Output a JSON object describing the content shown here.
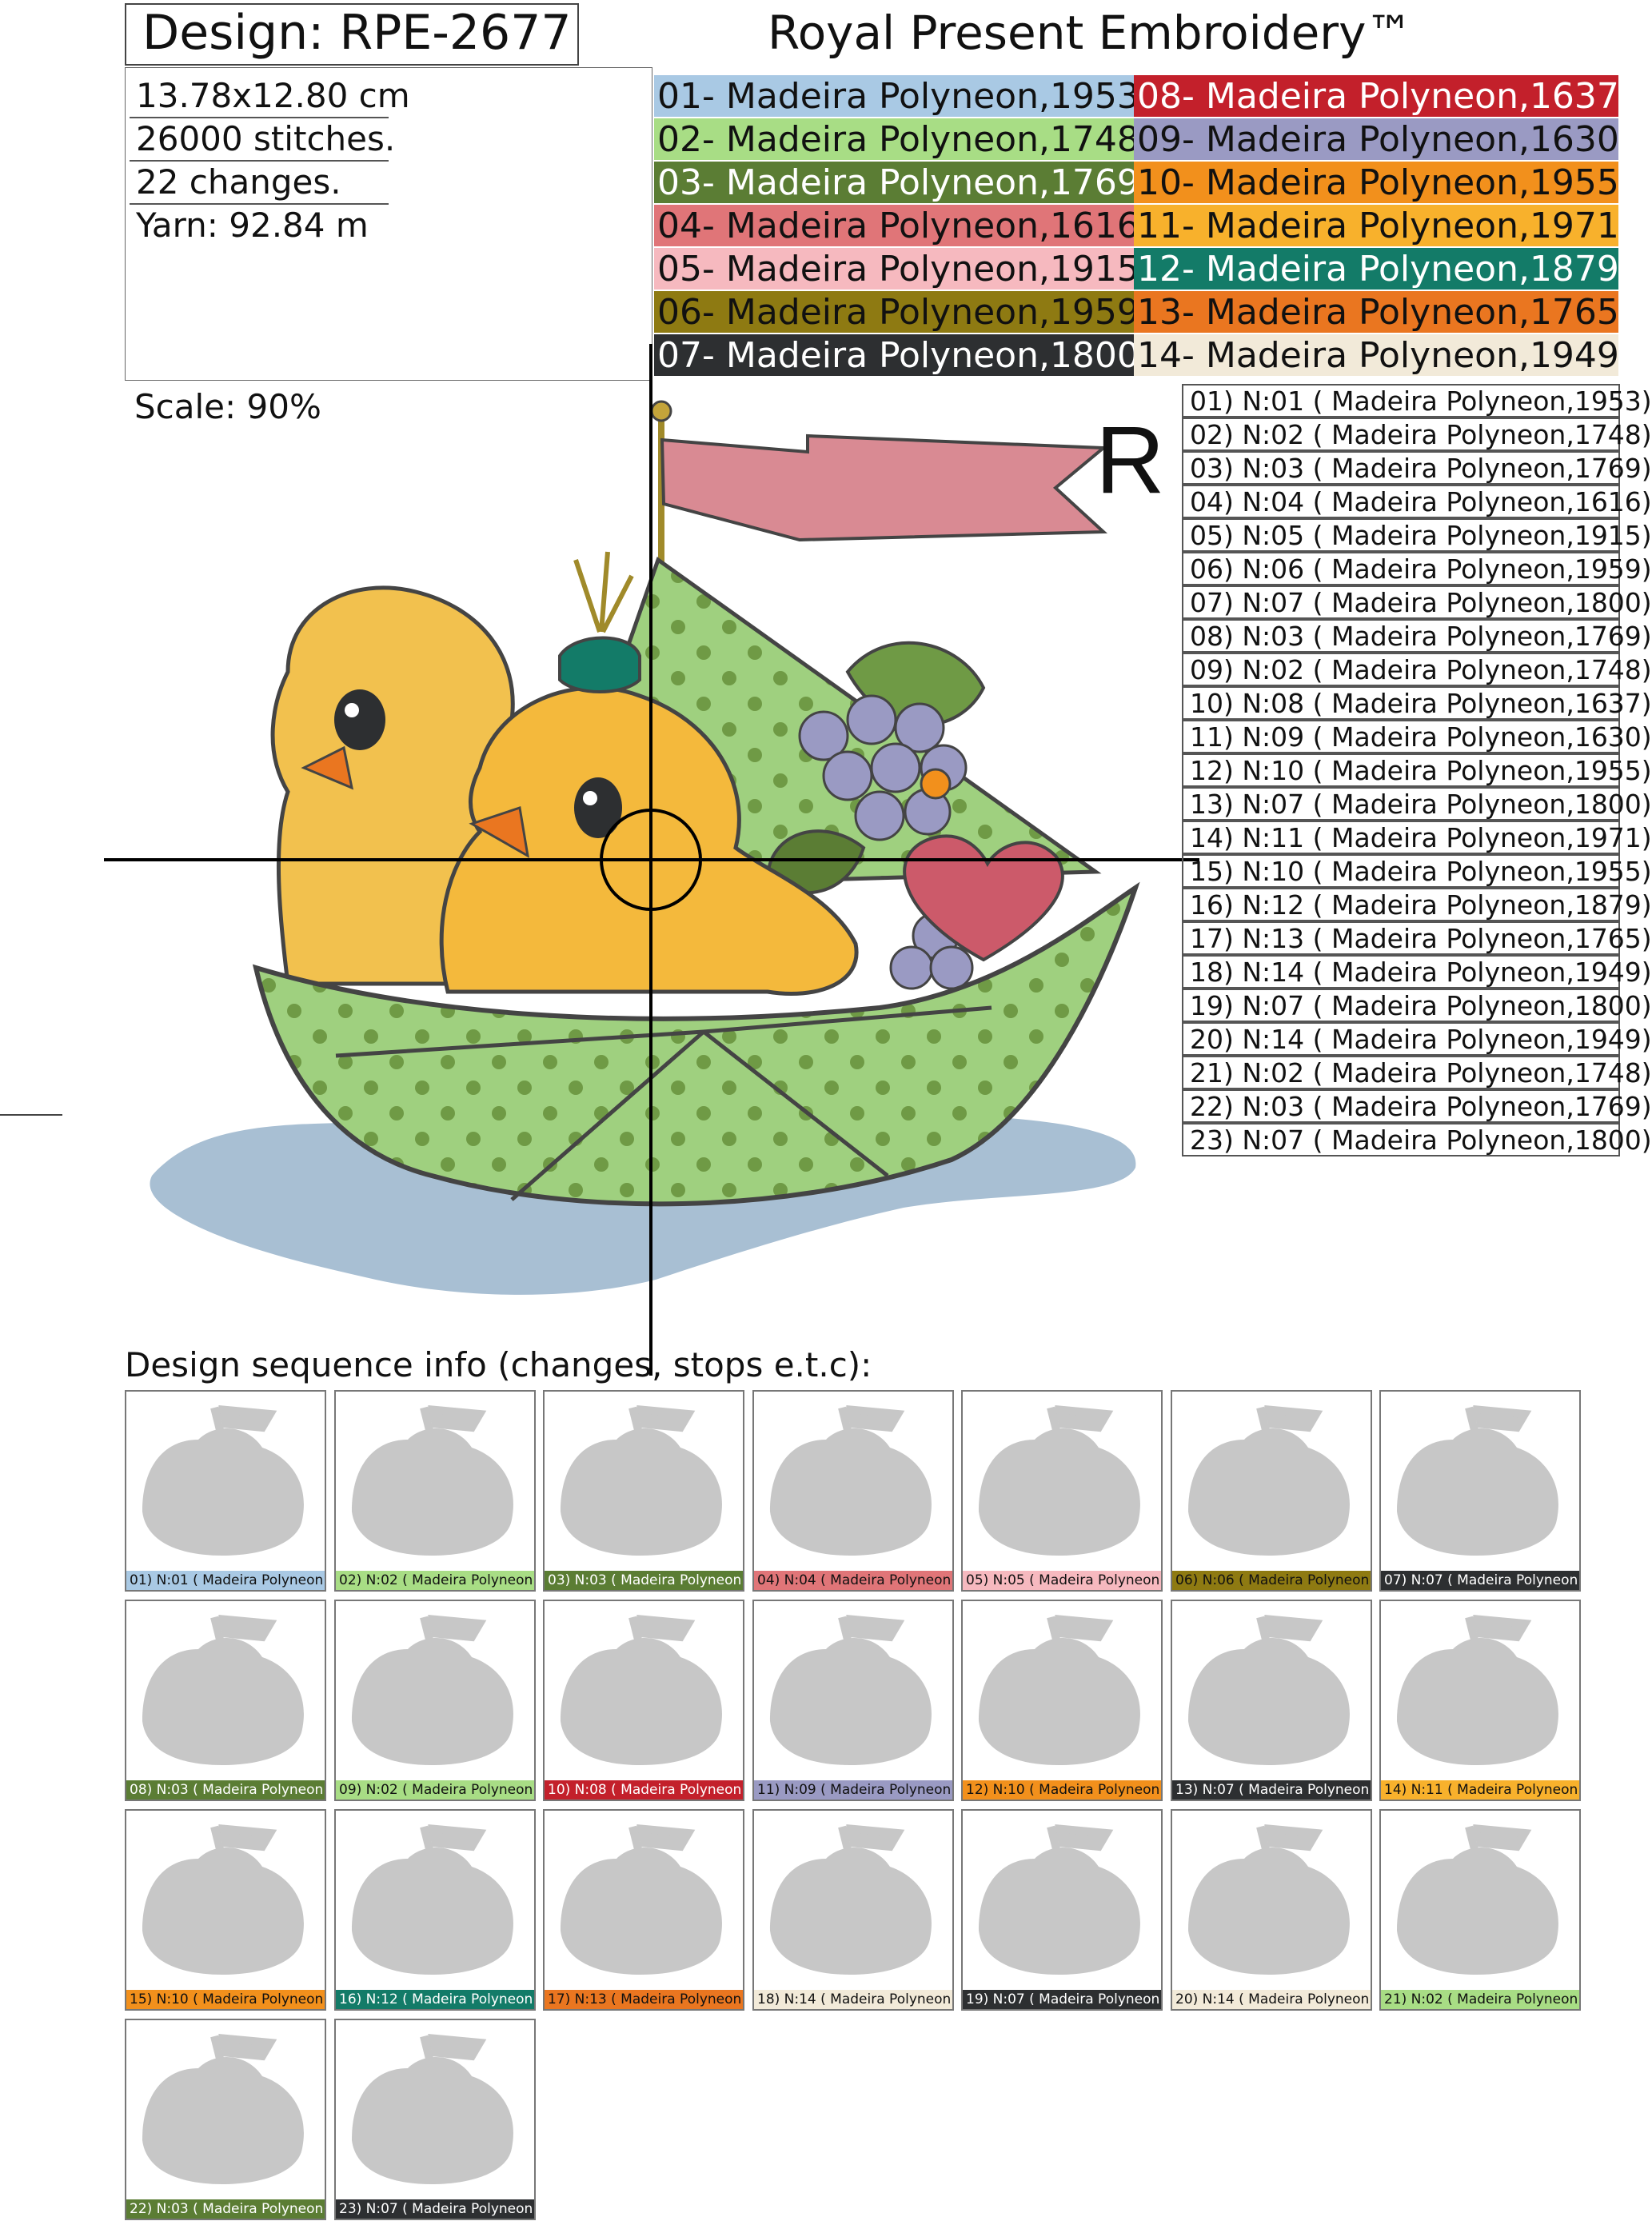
{
  "header": {
    "design_label": "Design: RPE-2677",
    "brand": "Royal Present Embroidery™"
  },
  "info": {
    "size": "13.78x12.80 cm",
    "stitches": "26000 stitches.",
    "changes": "22 changes.",
    "yarn": "Yarn: 92.84 m"
  },
  "scale": "Scale: 90%",
  "palette": [
    {
      "label": "01- Madeira Polyneon,1953",
      "color": "#a9c9e4",
      "text": "#111111"
    },
    {
      "label": "02- Madeira Polyneon,1748",
      "color": "#a8dd85",
      "text": "#111111"
    },
    {
      "label": "03- Madeira Polyneon,1769",
      "color": "#5b7d34",
      "text": "#ffffff"
    },
    {
      "label": "04- Madeira Polyneon,1616",
      "color": "#e07578",
      "text": "#111111"
    },
    {
      "label": "05- Madeira Polyneon,1915",
      "color": "#f6b9bf",
      "text": "#111111"
    },
    {
      "label": "06- Madeira Polyneon,1959",
      "color": "#8e7a12",
      "text": "#111111"
    },
    {
      "label": "07- Madeira Polyneon,1800",
      "color": "#2d2f31",
      "text": "#ffffff"
    },
    {
      "label": "08- Madeira Polyneon,1637",
      "color": "#c3202b",
      "text": "#ffffff"
    },
    {
      "label": "09- Madeira Polyneon,1630",
      "color": "#9a9ac3",
      "text": "#111111"
    },
    {
      "label": "10- Madeira Polyneon,1955",
      "color": "#f2901c",
      "text": "#111111"
    },
    {
      "label": "11- Madeira Polyneon,1971",
      "color": "#f8b12c",
      "text": "#111111"
    },
    {
      "label": "12- Madeira Polyneon,1879",
      "color": "#137b68",
      "text": "#ffffff"
    },
    {
      "label": "13- Madeira Polyneon,1765",
      "color": "#ea7620",
      "text": "#111111"
    },
    {
      "label": "14- Madeira Polyneon,1949",
      "color": "#f2ead9",
      "text": "#111111"
    }
  ],
  "sequence": [
    "01) N:01 ( Madeira Polyneon,1953)",
    "02) N:02 ( Madeira Polyneon,1748)",
    "03) N:03 ( Madeira Polyneon,1769)",
    "04) N:04 ( Madeira Polyneon,1616)",
    "05) N:05 ( Madeira Polyneon,1915)",
    "06) N:06 ( Madeira Polyneon,1959)",
    "07) N:07 ( Madeira Polyneon,1800)",
    "08) N:03 ( Madeira Polyneon,1769)",
    "09) N:02 ( Madeira Polyneon,1748)",
    "10) N:08 ( Madeira Polyneon,1637)",
    "11) N:09 ( Madeira Polyneon,1630)",
    "12) N:10 ( Madeira Polyneon,1955)",
    "13) N:07 ( Madeira Polyneon,1800)",
    "14) N:11 ( Madeira Polyneon,1971)",
    "15) N:10 ( Madeira Polyneon,1955)",
    "16) N:12 ( Madeira Polyneon,1879)",
    "17) N:13 ( Madeira Polyneon,1765)",
    "18) N:14 ( Madeira Polyneon,1949)",
    "19) N:07 ( Madeira Polyneon,1800)",
    "20) N:14 ( Madeira Polyneon,1949)",
    "21) N:02 ( Madeira Polyneon,1748)",
    "22) N:03 ( Madeira Polyneon,1769)",
    "23) N:07 ( Madeira Polyneon,1800)"
  ],
  "design_marker": "R",
  "sequence_heading": "Design sequence info (changes, stops e.t.c):",
  "thumbs": [
    {
      "label": "01) N:01 ( Madeira Polyneon",
      "color": "#a9c9e4",
      "text": "#111111"
    },
    {
      "label": "02) N:02 ( Madeira Polyneon",
      "color": "#a8dd85",
      "text": "#111111"
    },
    {
      "label": "03) N:03 ( Madeira Polyneon",
      "color": "#5b7d34",
      "text": "#ffffff"
    },
    {
      "label": "04) N:04 ( Madeira Polyneon",
      "color": "#e07578",
      "text": "#111111"
    },
    {
      "label": "05) N:05 ( Madeira Polyneon",
      "color": "#f6b9bf",
      "text": "#111111"
    },
    {
      "label": "06) N:06 ( Madeira Polyneon",
      "color": "#8e7a12",
      "text": "#111111"
    },
    {
      "label": "07) N:07 ( Madeira Polyneon",
      "color": "#2d2f31",
      "text": "#ffffff"
    },
    {
      "label": "08) N:03 ( Madeira Polyneon",
      "color": "#5b7d34",
      "text": "#ffffff"
    },
    {
      "label": "09) N:02 ( Madeira Polyneon",
      "color": "#a8dd85",
      "text": "#111111"
    },
    {
      "label": "10) N:08 ( Madeira Polyneon",
      "color": "#c3202b",
      "text": "#ffffff"
    },
    {
      "label": "11) N:09 ( Madeira Polyneon",
      "color": "#9a9ac3",
      "text": "#111111"
    },
    {
      "label": "12) N:10 ( Madeira Polyneon",
      "color": "#f2901c",
      "text": "#111111"
    },
    {
      "label": "13) N:07 ( Madeira Polyneon",
      "color": "#2d2f31",
      "text": "#ffffff"
    },
    {
      "label": "14) N:11 ( Madeira Polyneon",
      "color": "#f8b12c",
      "text": "#111111"
    },
    {
      "label": "15) N:10 ( Madeira Polyneon",
      "color": "#f2901c",
      "text": "#111111"
    },
    {
      "label": "16) N:12 ( Madeira Polyneon",
      "color": "#137b68",
      "text": "#ffffff"
    },
    {
      "label": "17) N:13 ( Madeira Polyneon",
      "color": "#ea7620",
      "text": "#111111"
    },
    {
      "label": "18) N:14 ( Madeira Polyneon",
      "color": "#f2ead9",
      "text": "#111111"
    },
    {
      "label": "19) N:07 ( Madeira Polyneon",
      "color": "#2d2f31",
      "text": "#ffffff"
    },
    {
      "label": "20) N:14 ( Madeira Polyneon",
      "color": "#f2ead9",
      "text": "#111111"
    },
    {
      "label": "21) N:02 ( Madeira Polyneon",
      "color": "#a8dd85",
      "text": "#111111"
    },
    {
      "label": "22) N:03 ( Madeira Polyneon",
      "color": "#5b7d34",
      "text": "#ffffff"
    },
    {
      "label": "23) N:07 ( Madeira Polyneon",
      "color": "#2d2f31",
      "text": "#ffffff"
    }
  ]
}
